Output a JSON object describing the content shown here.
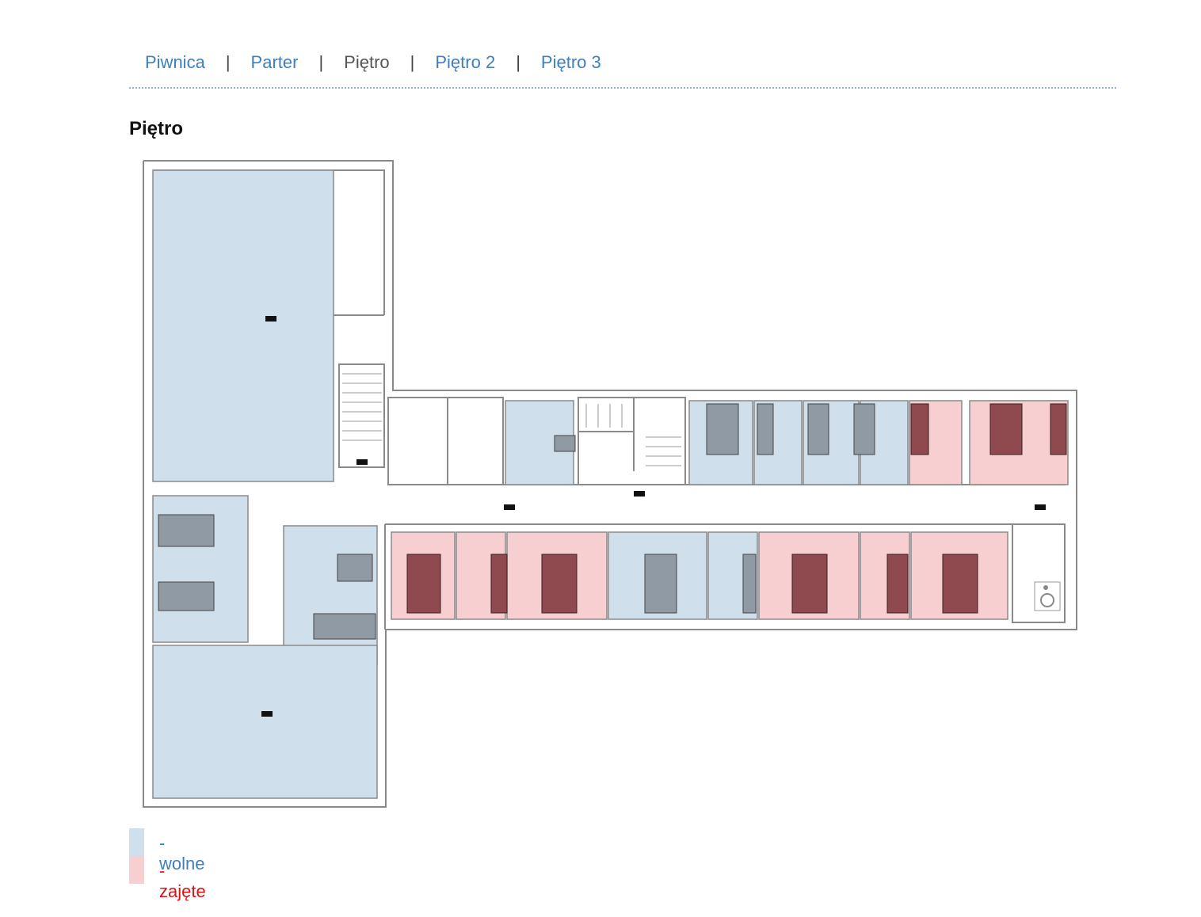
{
  "nav": {
    "items": [
      {
        "label": "Piwnica"
      },
      {
        "label": "Parter"
      },
      {
        "label": "Piętro",
        "active": true
      },
      {
        "label": "Piętro 2"
      },
      {
        "label": "Piętro 3"
      }
    ],
    "separator": "|"
  },
  "page_title": "Piętro",
  "colors": {
    "free_fill": "#cfdfec",
    "taken_fill": "#f7cfd0",
    "wall": "#8a8a8a",
    "link": "#3d7fc1",
    "taken_text": "#d61515"
  },
  "rooms": [
    {
      "id": "west-wing-north-hall",
      "status": "free"
    },
    {
      "id": "west-wing-office-1",
      "status": "free"
    },
    {
      "id": "west-wing-office-2",
      "status": "free"
    },
    {
      "id": "west-wing-south-hall",
      "status": "free"
    },
    {
      "id": "kitchenette",
      "status": "free"
    },
    {
      "id": "north-office-1",
      "status": "free"
    },
    {
      "id": "north-office-2",
      "status": "free"
    },
    {
      "id": "north-office-3",
      "status": "free"
    },
    {
      "id": "north-office-4",
      "status": "free"
    },
    {
      "id": "north-office-5",
      "status": "taken"
    },
    {
      "id": "north-office-6",
      "status": "taken"
    },
    {
      "id": "south-office-1",
      "status": "taken"
    },
    {
      "id": "south-office-2",
      "status": "taken"
    },
    {
      "id": "south-office-3",
      "status": "taken"
    },
    {
      "id": "south-office-4",
      "status": "free"
    },
    {
      "id": "south-office-5",
      "status": "free"
    },
    {
      "id": "south-office-6",
      "status": "taken"
    },
    {
      "id": "south-office-7",
      "status": "taken"
    },
    {
      "id": "south-office-8",
      "status": "taken"
    }
  ],
  "legend": {
    "free_label": "- wolne",
    "taken_label": "- zajęte"
  }
}
